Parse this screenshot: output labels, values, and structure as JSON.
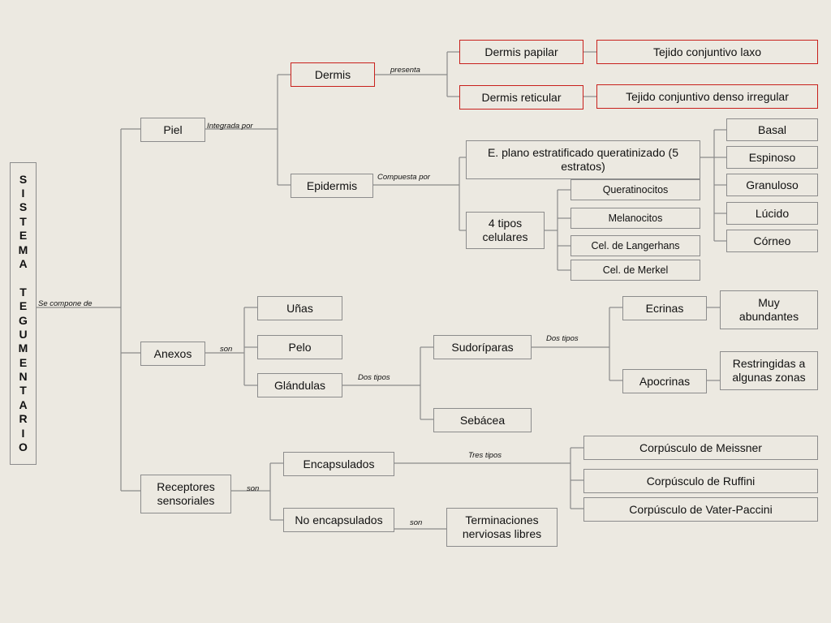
{
  "title_letters": [
    "S",
    "I",
    "S",
    "T",
    "E",
    "M",
    "A",
    " ",
    "T",
    "E",
    "G",
    "U",
    "M",
    "E",
    "N",
    "T",
    "A",
    "R",
    "I",
    "O"
  ],
  "edge_labels": {
    "se_compone_de": "Se compone de",
    "integrada_por": "Integrada por",
    "presenta": "presenta",
    "compuesta_por": "Compuesta por",
    "son_anexos": "son",
    "dos_tipos_glandulas": "Dos tipos",
    "dos_tipos_sudoriparas": "Dos tipos",
    "son_receptores": "son",
    "tres_tipos": "Tres tipos",
    "son_no_encapsulados": "son"
  },
  "nodes": {
    "piel": "Piel",
    "anexos": "Anexos",
    "receptores": "Receptores sensoriales",
    "dermis": "Dermis",
    "epidermis": "Epidermis",
    "dermis_papilar": "Dermis papilar",
    "dermis_reticular": "Dermis reticular",
    "tejido_laxo": "Tejido conjuntivo laxo",
    "tejido_denso": "Tejido conjuntivo denso irregular",
    "e_plano": "E. plano estratificado queratinizado (5 estratos)",
    "tipos_celulares": "4 tipos celulares",
    "queratinocitos": "Queratinocitos",
    "melanocitos": "Melanocitos",
    "langerhans": "Cel. de Langerhans",
    "merkel": "Cel. de Merkel",
    "basal": "Basal",
    "espinoso": "Espinoso",
    "granuloso": "Granuloso",
    "lucido": "Lúcido",
    "corneo": "Córneo",
    "unas": "Uñas",
    "pelo": "Pelo",
    "glandulas": "Glándulas",
    "sudoriparas": "Sudoríparas",
    "sebacea": "Sebácea",
    "ecrinas": "Ecrinas",
    "apocrinas": "Apocrinas",
    "muy_abundantes": "Muy abundantes",
    "restringidas": "Restringidas a algunas zonas",
    "encapsulados": "Encapsulados",
    "no_encapsulados": "No encapsulados",
    "terminaciones": "Terminaciones nerviosas libres",
    "meissner": "Corpúsculo de Meissner",
    "ruffini": "Corpúsculo de Ruffini",
    "vater_paccini": "Corpúsculo de Vater-Paccini"
  },
  "colors": {
    "background": "#ECE9E1",
    "border": "#8c8c8c",
    "highlight_border": "#c8201c"
  }
}
